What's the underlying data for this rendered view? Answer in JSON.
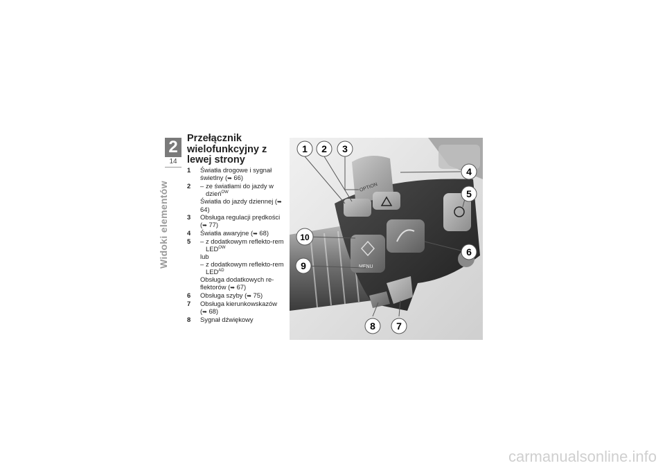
{
  "sidebar": {
    "section_title": "Widoki elementów",
    "chapter": "2",
    "page": "14"
  },
  "title": "Przełącznik wielofunkcyjny z lewej strony",
  "items": [
    {
      "num": "1",
      "text": "Światła drogowe i sygnał świetlny",
      "ref": "66"
    },
    {
      "num": "2",
      "sub1": "ze światłami do jazdy w dzień",
      "sub1_sup": "OW",
      "text": "Światła do jazdy dziennej",
      "ref": "64"
    },
    {
      "num": "3",
      "text": "Obsługa regulacji prędkości",
      "ref": "77"
    },
    {
      "num": "4",
      "text": "Światła awaryjne",
      "ref": "68"
    },
    {
      "num": "5",
      "sub1": "z dodatkowym reflekto-rem LED",
      "sub1_sup": "OW",
      "or": "lub",
      "sub2": "z dodatkowym reflekto-rem LED",
      "sub2_sup": "AD",
      "text": "Obsługa dodatkowych re-flektorów",
      "ref": "67"
    },
    {
      "num": "6",
      "text": "Obsługa szyby",
      "ref": "75"
    },
    {
      "num": "7",
      "text": "Obsługa kierunkowskazów",
      "ref": "68"
    },
    {
      "num": "8",
      "text": "Sygnał dźwiękowy"
    }
  ],
  "photo": {
    "callouts": [
      "1",
      "2",
      "3",
      "4",
      "5",
      "6",
      "7",
      "8",
      "9",
      "10"
    ],
    "button_labels": {
      "option": "OPTION",
      "menu": "MENU"
    }
  },
  "watermark": "carmanualsonline.info"
}
